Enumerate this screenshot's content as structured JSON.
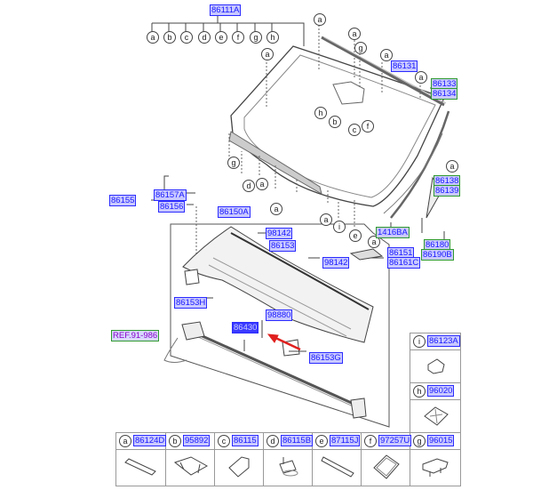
{
  "colors": {
    "label_fill": "#c9c9ff",
    "label_text": "#1a1aff",
    "label_border_blue": "#2b2bff",
    "label_border_green": "#2f9a2f",
    "selected_fill": "#3a3aff",
    "ref_text": "#8a00c8",
    "arrow": "#e0201e",
    "line": "#444444"
  },
  "callouts": {
    "top_group": "86111A",
    "top_group_letters": [
      "a",
      "b",
      "c",
      "d",
      "e",
      "f",
      "g",
      "h"
    ],
    "p86131": "86131",
    "p86133": "86133",
    "p86134": "86134",
    "p86138": "86138",
    "p86139": "86139",
    "p1416BA": "1416BA",
    "p86180": "86180",
    "p86190B": "86190B",
    "p86151": "86151",
    "p86161C": "86161C",
    "p86155": "86155",
    "p86157A": "86157A",
    "p86156": "86156",
    "p86150A": "86150A",
    "p98142a": "98142",
    "p98142b": "98142",
    "p86153": "86153",
    "p86153H": "86153H",
    "p98880": "98880",
    "p86430": "86430",
    "p86153G": "86153G",
    "ref": "REF.91-986"
  },
  "letters": {
    "l1": "a",
    "l2": "a",
    "l3": "g",
    "l4": "a",
    "l5": "a",
    "l6": "a",
    "l7": "h",
    "l8": "b",
    "l9": "c",
    "l10": "f",
    "l11": "a",
    "l12": "d",
    "l13": "a",
    "l14": "g",
    "l15": "a",
    "l16": "a",
    "l17": "i",
    "l18": "e",
    "l19": "a",
    "l20": "a"
  },
  "parts_table": {
    "bottom": [
      {
        "letter": "a",
        "part": "86124D",
        "icon": "strip-pad-icon"
      },
      {
        "letter": "b",
        "part": "95892",
        "icon": "bracket-icon"
      },
      {
        "letter": "c",
        "part": "86115",
        "icon": "pad-icon"
      },
      {
        "letter": "d",
        "part": "86115B",
        "icon": "sensor-clip-icon"
      },
      {
        "letter": "e",
        "part": "87115J",
        "icon": "long-strip-icon"
      },
      {
        "letter": "f",
        "part": "97257U",
        "icon": "tape-pad-icon"
      },
      {
        "letter": "g",
        "part": "96015",
        "icon": "mount-clip-icon"
      }
    ],
    "side": [
      {
        "letter": "i",
        "part": "86123A",
        "icon": "clip-icon"
      },
      {
        "letter": "h",
        "part": "96020",
        "icon": "mirror-pad-icon"
      }
    ]
  }
}
